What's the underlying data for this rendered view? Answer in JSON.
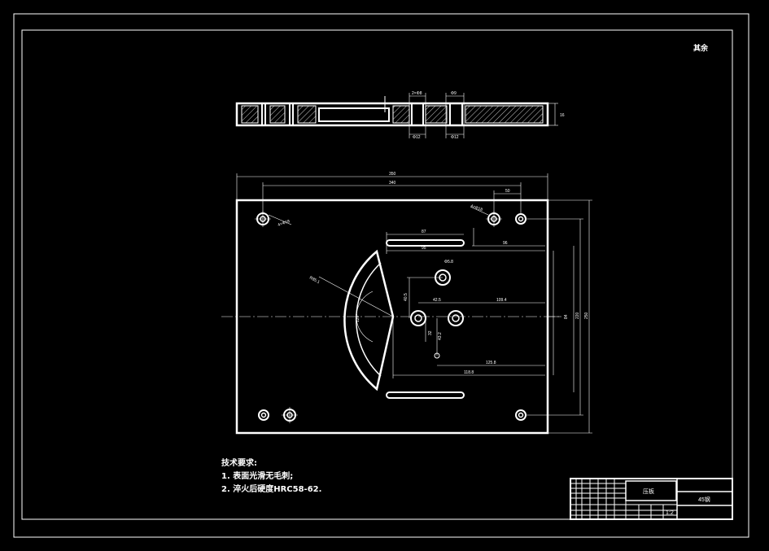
{
  "corner_label": "其余",
  "notes": {
    "title": "技术要求:",
    "items": [
      "1. 表面光滑无毛刺;",
      "2. 淬火后硬度HRC58-62."
    ]
  },
  "side_view": {
    "dims": {
      "top_a": "2×Φ8",
      "top_b": "Φ9",
      "bottom_a": "Φ12",
      "bottom_b": "Φ12",
      "thickness": "16"
    }
  },
  "plan_view": {
    "dims": {
      "overall_width": "350",
      "hole_span": "340",
      "right_top": "50",
      "hole_callout_left": "4×Φ18",
      "hole_callout_right": "4×Φ18",
      "slot_length": "87",
      "slot_offset": "95",
      "slot_right": "96",
      "radius": "R85.1",
      "center_small": "Φ5.8",
      "vertical_a": "40.5",
      "horiz_a": "42.5",
      "horiz_b": "109.4",
      "vertical_b": "32",
      "vertical_c": "43.2",
      "angle": "120°",
      "len_a": "125.8",
      "len_b": "118.8",
      "height_a": "84",
      "height_b": "220",
      "height_c": "250"
    }
  },
  "title_block": {
    "drawing_name": "压板",
    "material": "45钢",
    "scale": "1:2"
  }
}
